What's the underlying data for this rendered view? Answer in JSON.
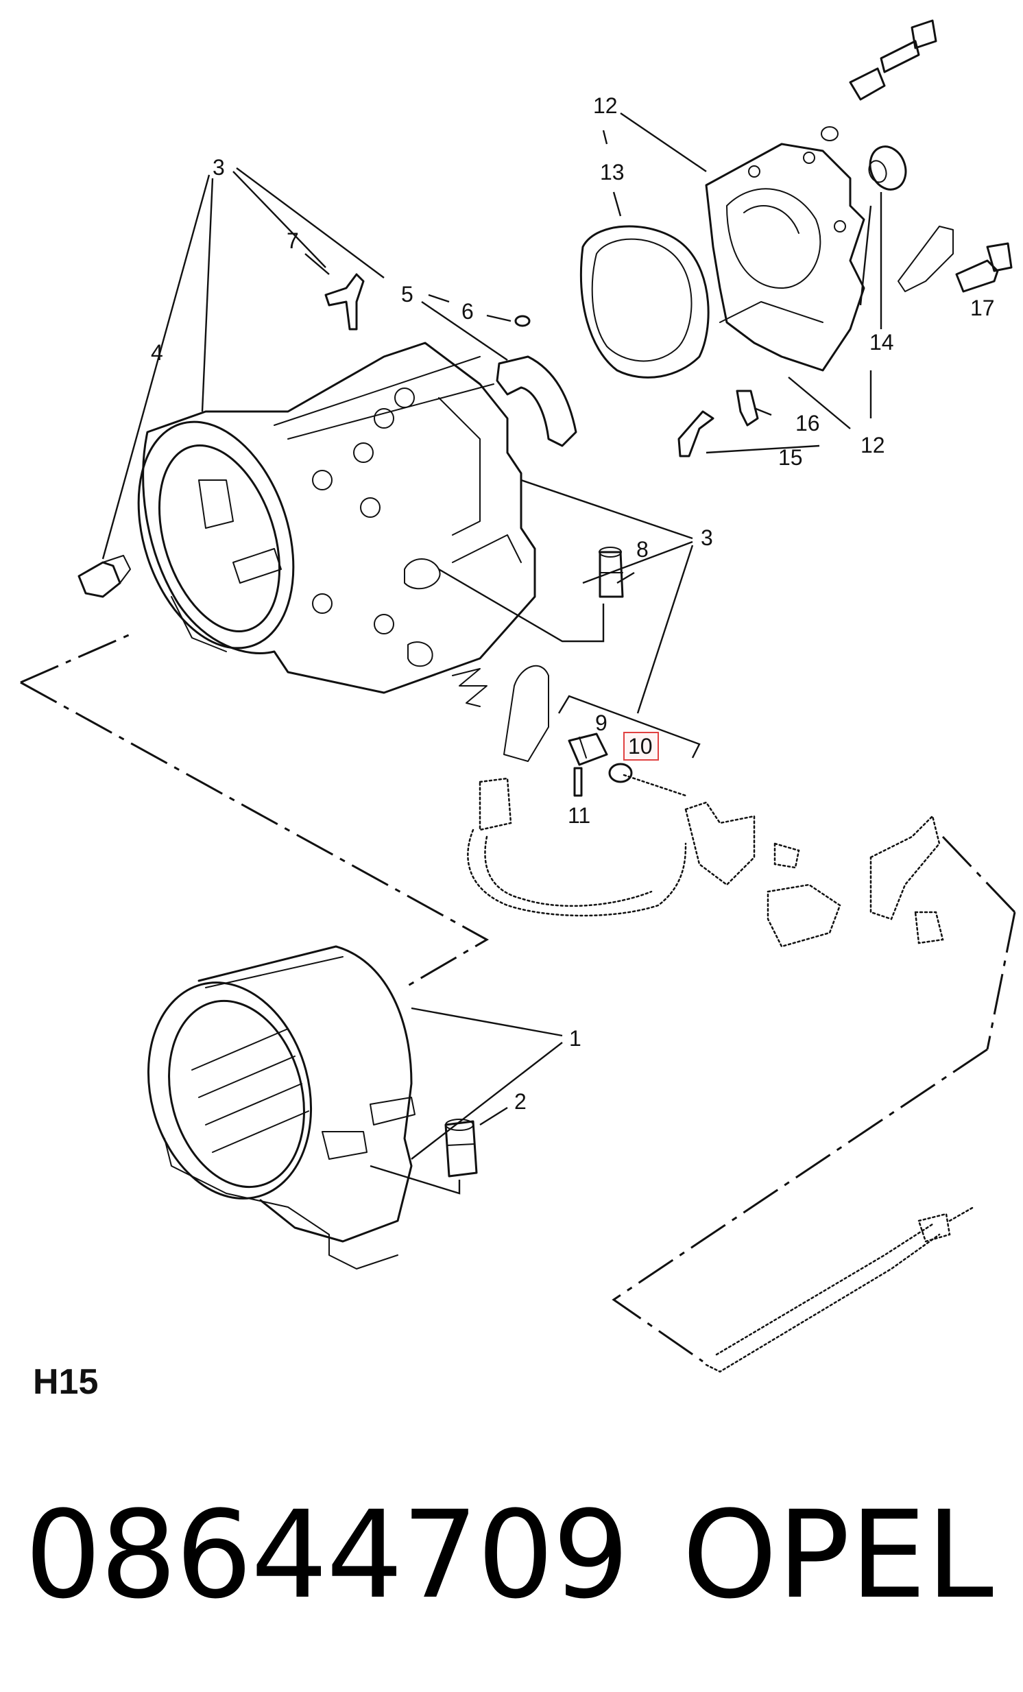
{
  "figure_label": "H15",
  "part_number": "08644709",
  "brand": "OPEL",
  "highlighted_callout": "10",
  "callouts": {
    "c1": "1",
    "c2": "2",
    "c3a": "3",
    "c3b": "3",
    "c4": "4",
    "c5": "5",
    "c6": "6",
    "c7": "7",
    "c8": "8",
    "c9": "9",
    "c10": "10",
    "c11": "11",
    "c12a": "12",
    "c12b": "12",
    "c13": "13",
    "c14": "14",
    "c15": "15",
    "c16": "16",
    "c17": "17"
  },
  "colors": {
    "highlight_border": "#e04040",
    "line": "#111111"
  }
}
